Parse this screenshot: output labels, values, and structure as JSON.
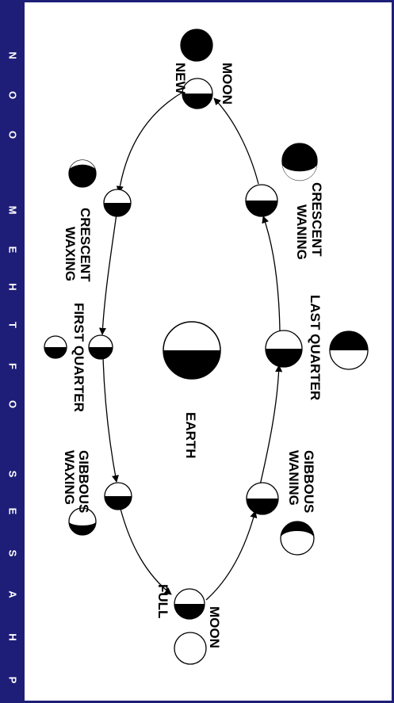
{
  "title": {
    "letters": [
      "P",
      "H",
      "A",
      "S",
      "E",
      "S",
      "O",
      "F",
      "T",
      "H",
      "E",
      "M",
      "O",
      "O",
      "N"
    ]
  },
  "colors": {
    "frame": "#1e1e78",
    "title_text": "#ffffff",
    "shadow": "#000000",
    "lit": "#ffffff"
  },
  "labels": {
    "earth": "EARTH",
    "new_moon": [
      "NEW",
      "MOON"
    ],
    "waxing_crescent": [
      "WAXING",
      "CRESCENT"
    ],
    "first_quarter": [
      "FIRST QUARTER"
    ],
    "waxing_gibbous": [
      "WAXING",
      "GIBBOUS"
    ],
    "full_moon": [
      "FULL",
      "MOON"
    ],
    "waning_crescent": [
      "WANING",
      "CRESCENT"
    ],
    "last_quarter": [
      "LAST QUARTER"
    ],
    "waning_gibbous": [
      "WANING",
      "GIBBOUS"
    ]
  }
}
